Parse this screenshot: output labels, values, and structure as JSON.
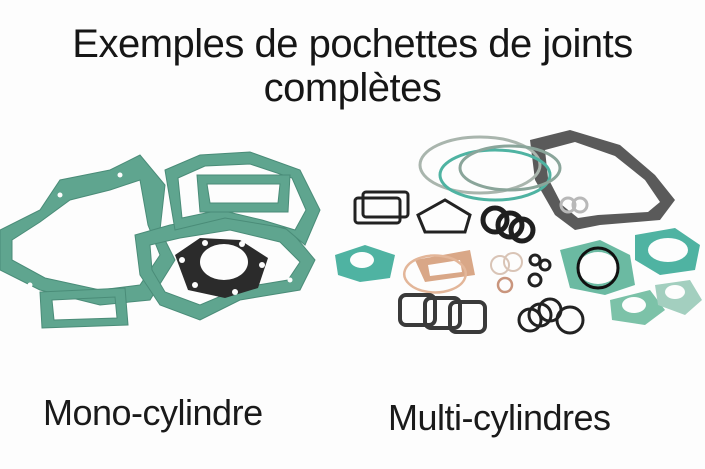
{
  "title": {
    "line1": "Exemples de pochettes de joints",
    "line2": "complètes"
  },
  "images": [
    {
      "label": "Mono-cylindre",
      "subject": "single-cylinder-gasket-kit",
      "colors": {
        "gasket_green": "#5fa58f",
        "head_gasket_black": "#2b2b2b"
      }
    },
    {
      "label": "Multi-cylindres",
      "subject": "multi-cylinder-gasket-kit",
      "colors": {
        "gasket_teal": "#4fb3a2",
        "gasket_grey": "#5a5a5a",
        "gasket_black": "#222222",
        "gasket_beige": "#d9a787",
        "gasket_light_green": "#7cc2a8"
      }
    }
  ],
  "colors": {
    "background": "#fdfdfd",
    "text": "#1a1a1a"
  }
}
